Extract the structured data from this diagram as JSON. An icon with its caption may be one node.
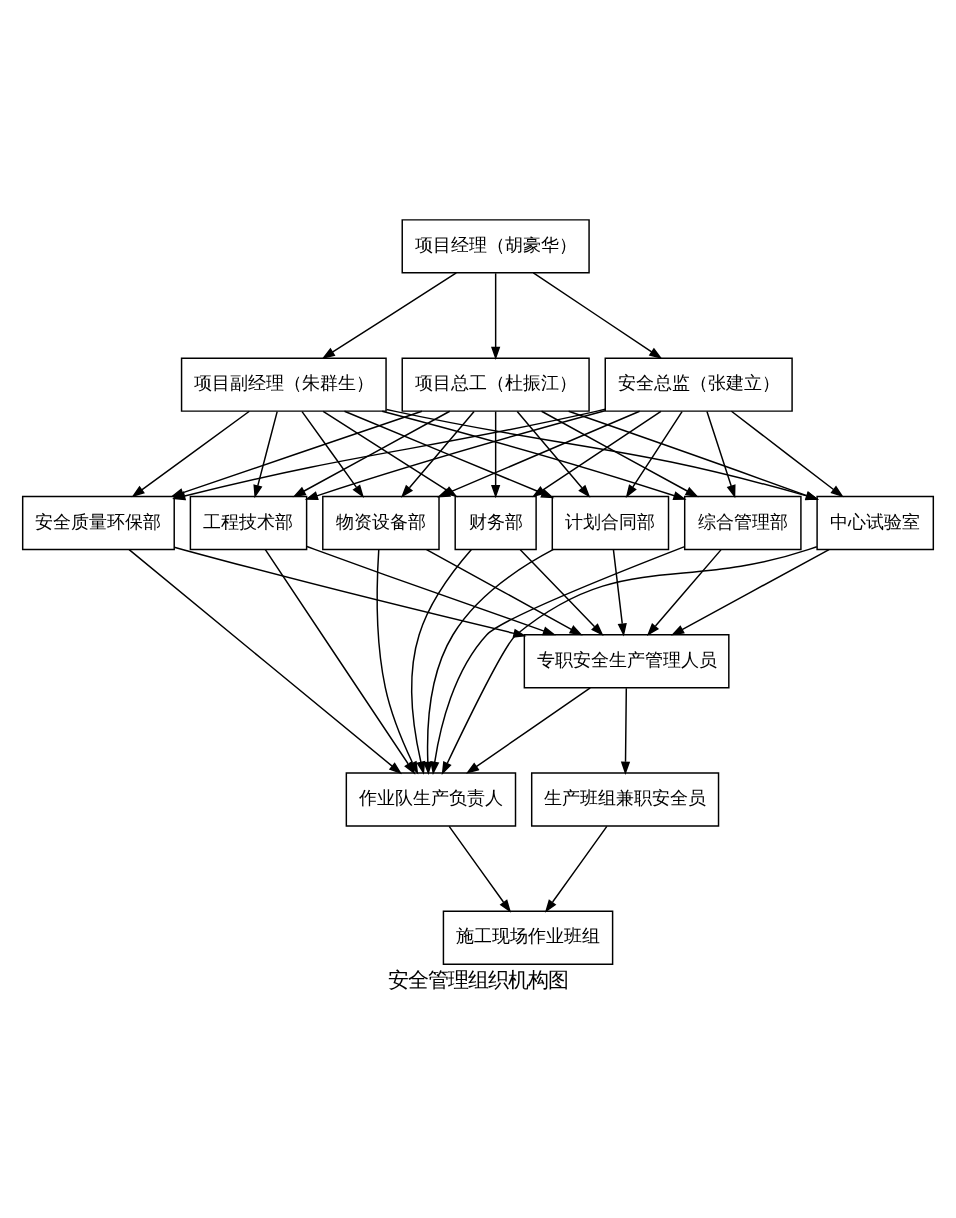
{
  "diagram": {
    "caption": "安全管理组织机构图",
    "nodes": [
      {
        "text": [
          "项目经理（胡豪华）"
        ]
      },
      {
        "text": [
          "项目副经理（朱群生）"
        ]
      },
      {
        "text": [
          "项目总工（杜振江）"
        ]
      },
      {
        "text": [
          "安全总监（张建立）"
        ]
      },
      {
        "text": [
          "安全质量环保部"
        ]
      },
      {
        "text": [
          "工程技术部"
        ]
      },
      {
        "text": [
          "物资设备部"
        ]
      },
      {
        "text": [
          "财务部"
        ]
      },
      {
        "text": [
          "计划合同部"
        ]
      },
      {
        "text": [
          "综合管理部"
        ]
      },
      {
        "text": [
          "中心试验室"
        ]
      },
      {
        "text": [
          "作业队生产负责人"
        ]
      },
      {
        "text": [
          "专职安全生产管理人员"
        ]
      },
      {
        "text": [
          "生产班组兼职安全员"
        ]
      },
      {
        "text": [
          "施工现场作业班组"
        ]
      }
    ],
    "edges": [
      {
        "from": 0,
        "to": 1,
        "arrow": "to"
      },
      {
        "from": 0,
        "to": 2,
        "arrow": "to"
      },
      {
        "from": 0,
        "to": 3,
        "arrow": "to"
      },
      {
        "from": 1,
        "to": 4,
        "arrow": "to"
      },
      {
        "from": 1,
        "to": 5,
        "arrow": "to"
      },
      {
        "from": 1,
        "to": 6,
        "arrow": "to"
      },
      {
        "from": 1,
        "to": 7,
        "arrow": "to"
      },
      {
        "from": 1,
        "to": 8,
        "arrow": "to"
      },
      {
        "from": 1,
        "to": 9,
        "arrow": "to"
      },
      {
        "from": 1,
        "to": 10,
        "arrow": "to"
      },
      {
        "from": 2,
        "to": 4,
        "arrow": "to"
      },
      {
        "from": 2,
        "to": 5,
        "arrow": "to"
      },
      {
        "from": 2,
        "to": 6,
        "arrow": "to"
      },
      {
        "from": 2,
        "to": 7,
        "arrow": "to"
      },
      {
        "from": 2,
        "to": 8,
        "arrow": "to"
      },
      {
        "from": 2,
        "to": 9,
        "arrow": "to"
      },
      {
        "from": 2,
        "to": 10,
        "arrow": "to"
      },
      {
        "from": 3,
        "to": 4,
        "arrow": "to"
      },
      {
        "from": 3,
        "to": 5,
        "arrow": "to"
      },
      {
        "from": 3,
        "to": 6,
        "arrow": "to"
      },
      {
        "from": 3,
        "to": 7,
        "arrow": "to"
      },
      {
        "from": 3,
        "to": 8,
        "arrow": "to"
      },
      {
        "from": 3,
        "to": 9,
        "arrow": "to"
      },
      {
        "from": 3,
        "to": 10,
        "arrow": "to"
      },
      {
        "from": 4,
        "to": 11,
        "arrow": "to"
      },
      {
        "from": 5,
        "to": 11,
        "arrow": "to"
      },
      {
        "from": 6,
        "to": 11,
        "arrow": "to"
      },
      {
        "from": 7,
        "to": 11,
        "arrow": "to"
      },
      {
        "from": 8,
        "to": 11,
        "arrow": "to"
      },
      {
        "from": 9,
        "to": 11,
        "arrow": "to"
      },
      {
        "from": 10,
        "to": 11,
        "arrow": "to"
      },
      {
        "from": 4,
        "to": 12,
        "arrow": "to"
      },
      {
        "from": 5,
        "to": 12,
        "arrow": "to"
      },
      {
        "from": 6,
        "to": 12,
        "arrow": "to"
      },
      {
        "from": 7,
        "to": 12,
        "arrow": "to"
      },
      {
        "from": 8,
        "to": 12,
        "arrow": "to"
      },
      {
        "from": 9,
        "to": 12,
        "arrow": "to"
      },
      {
        "from": 10,
        "to": 12,
        "arrow": "to"
      },
      {
        "from": 12,
        "to": 11,
        "arrow": "to"
      },
      {
        "from": 12,
        "to": 13,
        "arrow": "to"
      },
      {
        "from": 11,
        "to": 14,
        "arrow": "to"
      },
      {
        "from": 13,
        "to": 14,
        "arrow": "to"
      }
    ]
  }
}
